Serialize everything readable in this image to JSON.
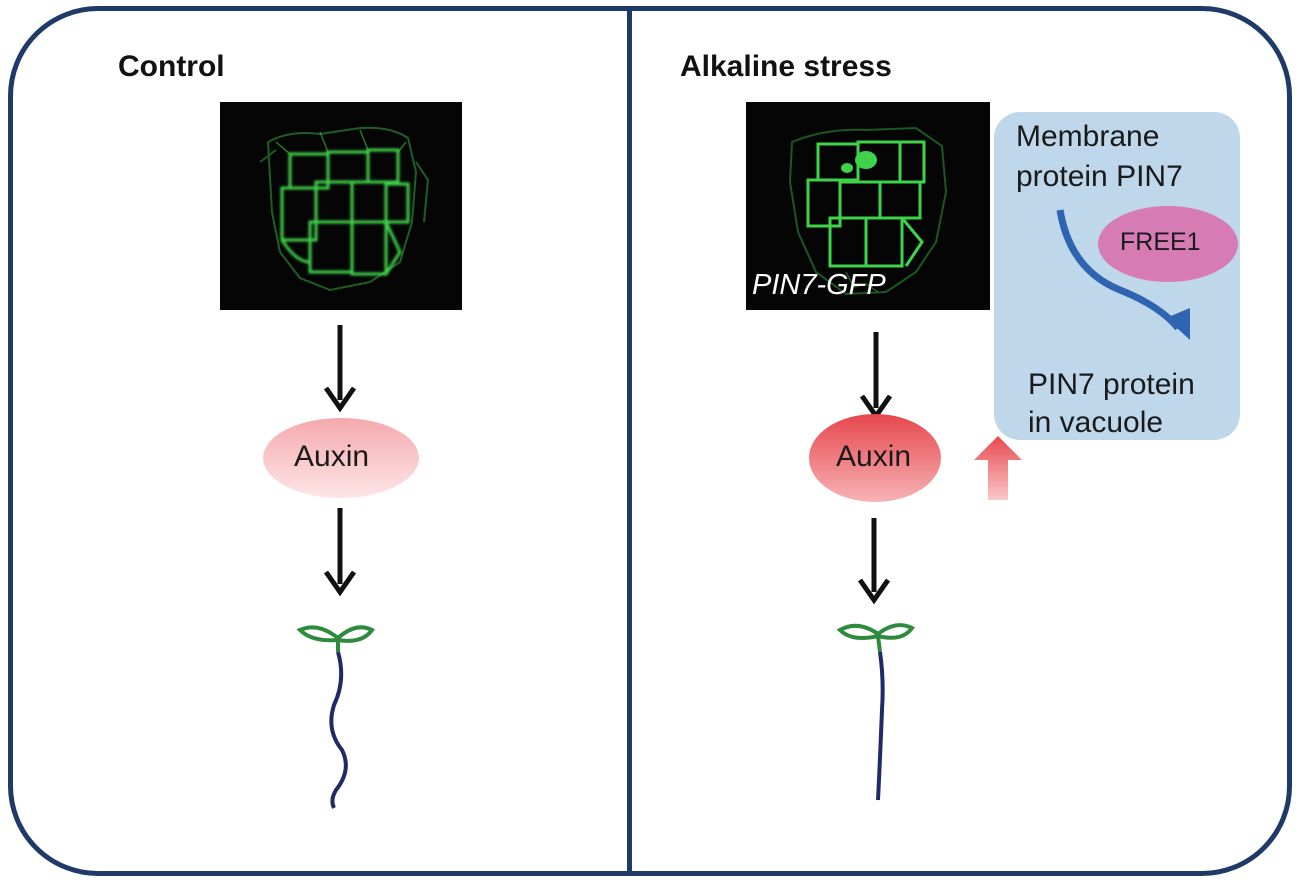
{
  "left_panel": {
    "title": "Control",
    "auxin_label": "Auxin"
  },
  "right_panel": {
    "title": "Alkaline stress",
    "image_label": "PIN7-GFP",
    "auxin_label": "Auxin",
    "box": {
      "line1": "Membrane",
      "line2": "protein PIN7",
      "free1": "FREE1",
      "line3": "PIN7 protein",
      "line4": "in vacuole"
    }
  },
  "colors": {
    "frame": "#1f3a68",
    "gfp_green": "#3fd24a",
    "auxin_light": "#f6b9bc",
    "auxin_strong": "#ea5a5f",
    "box_fill": "#bfd7ea",
    "free1_fill": "#d77bb4",
    "curve_arrow": "#2f64b0",
    "up_arrow": "#e85a5a",
    "seedling_leaf": "#2e8b3e",
    "seedling_root": "#1f2a66"
  }
}
